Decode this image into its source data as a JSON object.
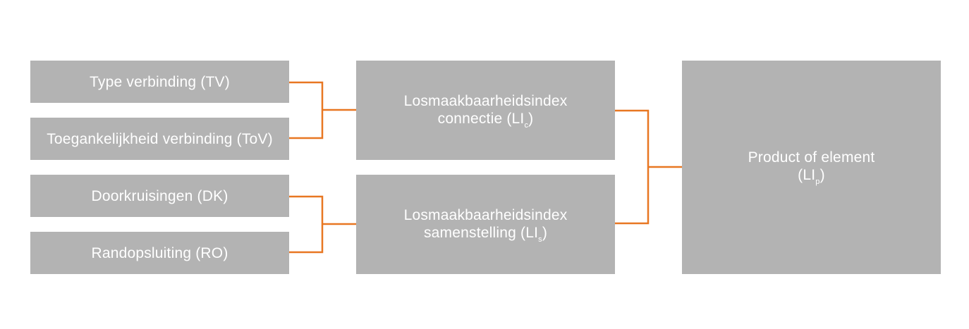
{
  "colors": {
    "box_fill": "#b3b3b3",
    "box_text": "#ffffff",
    "connector": "#e87722"
  },
  "inputs": [
    {
      "label": "Type verbinding (TV)"
    },
    {
      "label": "Toegankelijkheid verbinding (ToV)"
    },
    {
      "label": "Doorkruisingen (DK)"
    },
    {
      "label": "Randopsluiting (RO)"
    }
  ],
  "intermediate": [
    {
      "line1": "Losmaakbaarheidsindex",
      "line2_prefix": "connectie (LI",
      "subscript": "c",
      "line2_suffix": ")"
    },
    {
      "line1": "Losmaakbaarheidsindex",
      "line2_prefix": "samenstelling (LI",
      "subscript": "s",
      "line2_suffix": ")"
    }
  ],
  "output": {
    "line1": "Product of element",
    "line2_prefix": "(LI",
    "subscript": "p",
    "line2_suffix": ")"
  }
}
